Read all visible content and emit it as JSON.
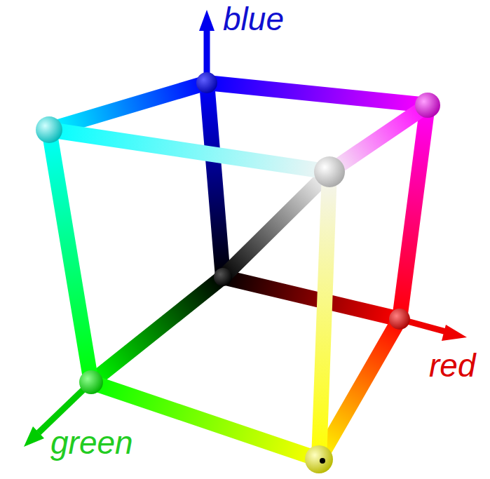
{
  "diagram": {
    "labels": [
      "blue",
      "green",
      "red"
    ]
  }
}
